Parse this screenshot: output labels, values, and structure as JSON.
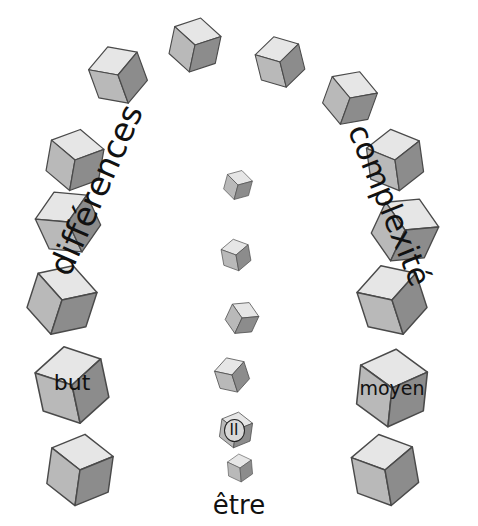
{
  "diagram": {
    "nodes": [
      {
        "text": [
          "but"
        ]
      },
      {
        "text": [
          "moyen"
        ]
      },
      {
        "text": [
          "II"
        ]
      }
    ],
    "labels": [
      "différences",
      "complexité",
      "être"
    ]
  }
}
